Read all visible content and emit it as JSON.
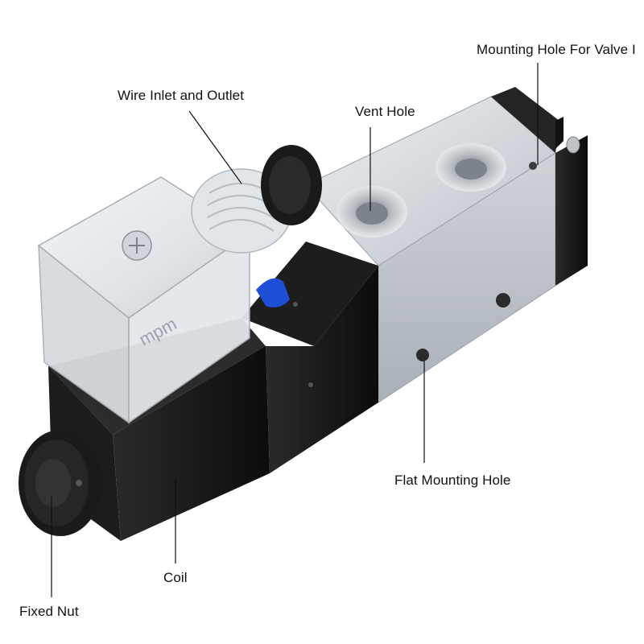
{
  "labels": {
    "mounting_hole_valve": "Mounting Hole For Valve I",
    "wire_inlet_outlet": "Wire Inlet and Outlet",
    "vent_hole": "Vent Hole",
    "flat_mounting_hole": "Flat Mounting Hole",
    "coil": "Coil",
    "fixed_nut": "Fixed Nut"
  },
  "colors": {
    "aluminum_body": "#d9dde2",
    "black_end_cap": "#1a1a1a",
    "coil_black": "#161616",
    "connector_clear": "#e8ecef",
    "blue_tab": "#1f4fd6",
    "leader_line": "#111111"
  }
}
